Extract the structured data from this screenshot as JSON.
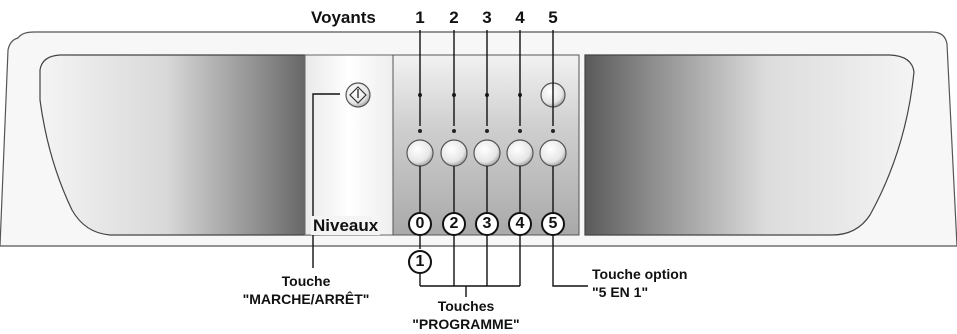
{
  "labels": {
    "voyants": "Voyants",
    "niveaux": "Niveaux",
    "touche_marche_line1": "Touche",
    "touche_marche_line2": "\"MARCHE/ARRÊT\"",
    "touches_programme_line1": "Touches",
    "touches_programme_line2": "\"PROGRAMME\"",
    "touche_option_line1": "Touche option",
    "touche_option_line2": "\"5 EN 1\""
  },
  "voyant_numbers": [
    "1",
    "2",
    "3",
    "4",
    "5"
  ],
  "niveau_numbers": [
    "0",
    "2",
    "3",
    "4",
    "5"
  ],
  "extra_niveau": "1",
  "icons": {
    "power_button": "power-diamond-icon"
  }
}
